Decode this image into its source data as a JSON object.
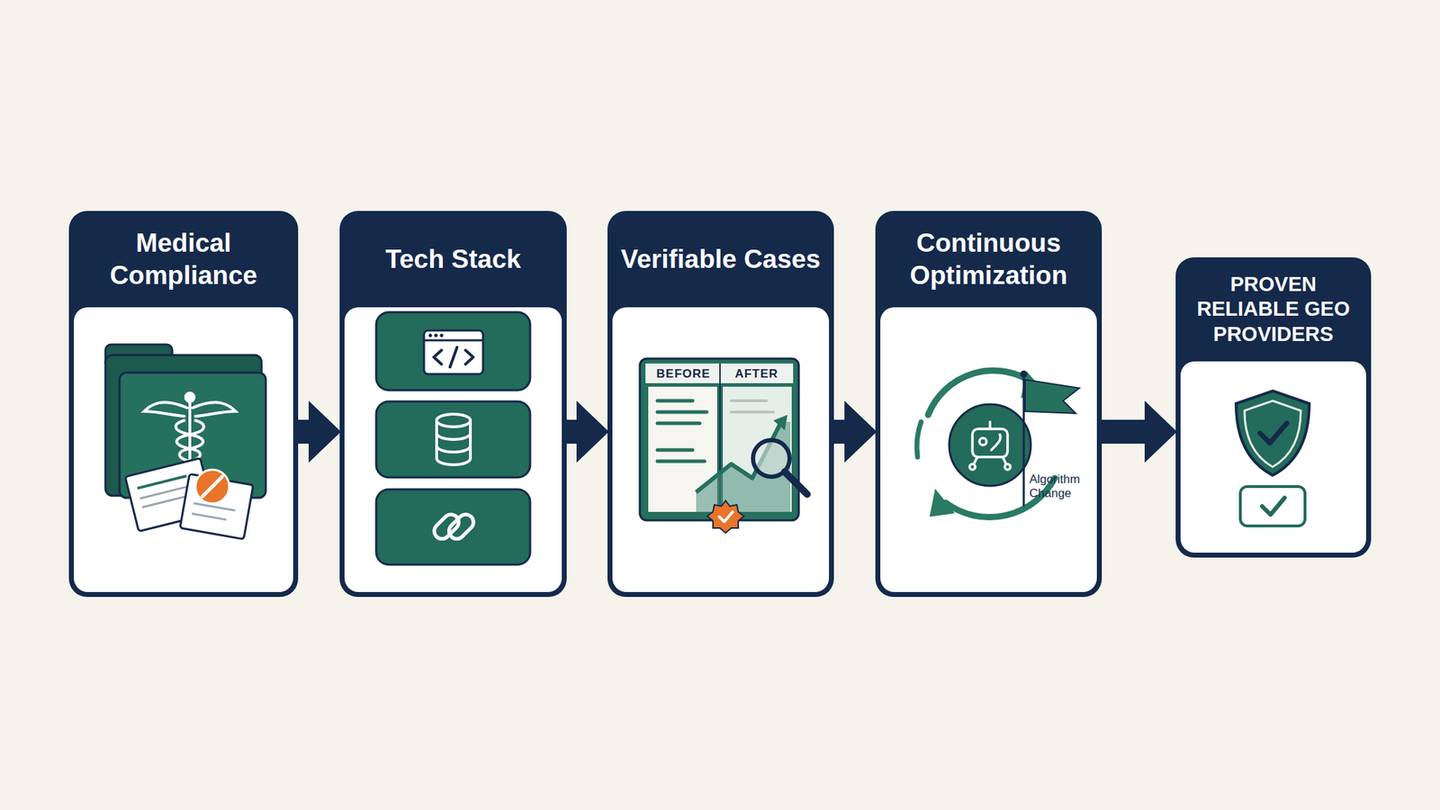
{
  "diagram": {
    "nodes": [
      {
        "text": [
          "Medical Compliance"
        ]
      },
      {
        "text": [
          "Tech Stack"
        ]
      },
      {
        "text": [
          "Verifiable Cases"
        ]
      },
      {
        "text": [
          "Continuous Optimization"
        ]
      },
      {
        "text": [
          "PROVEN RELIABLE GEO PROVIDERS"
        ]
      }
    ],
    "edges": [
      {
        "from": 0,
        "to": 1,
        "arrow": "to"
      },
      {
        "from": 1,
        "to": 2,
        "arrow": "to"
      },
      {
        "from": 2,
        "to": 3,
        "arrow": "to"
      },
      {
        "from": 3,
        "to": 4,
        "arrow": "to"
      }
    ],
    "labels": [
      "BEFORE",
      "AFTER",
      "Algorithm Change"
    ]
  }
}
